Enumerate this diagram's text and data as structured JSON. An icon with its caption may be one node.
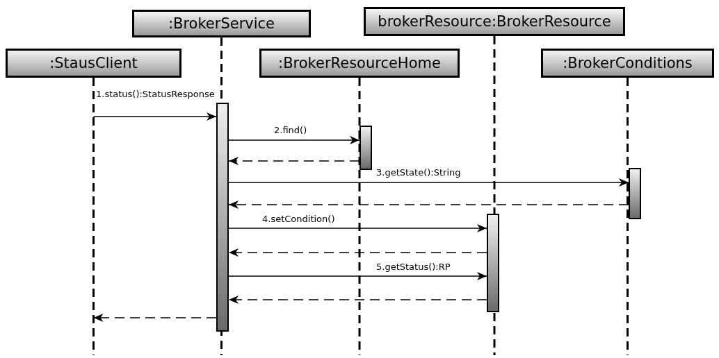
{
  "diagram": {
    "nodes": [
      {
        "text": [
          ":StausClient"
        ]
      },
      {
        "text": [
          ":BrokerService"
        ]
      },
      {
        "text": [
          ":BrokerResourceHome"
        ]
      },
      {
        "text": [
          "brokerResource:BrokerResource"
        ]
      },
      {
        "text": [
          ":BrokerConditions"
        ]
      },
      {
        "text": [],
        "shape": "bar"
      },
      {
        "text": [],
        "shape": "bar"
      },
      {
        "text": [],
        "shape": "bar"
      },
      {
        "text": [],
        "shape": "bar"
      }
    ],
    "edges": [
      {
        "from": 0,
        "to": 5,
        "arrow": "to",
        "label": "1.status():StatusResponse"
      },
      {
        "from": 5,
        "to": 6,
        "arrow": "to",
        "label": "2.find()"
      },
      {
        "from": 6,
        "to": 5,
        "arrow": "to",
        "style": "dashed"
      },
      {
        "from": 5,
        "to": 7,
        "arrow": "to",
        "label": "3.getState():String"
      },
      {
        "from": 7,
        "to": 5,
        "arrow": "to",
        "style": "dashed"
      },
      {
        "from": 5,
        "to": 8,
        "arrow": "to",
        "label": "4.setCondition()"
      },
      {
        "from": 8,
        "to": 5,
        "arrow": "to",
        "style": "dashed"
      },
      {
        "from": 5,
        "to": 8,
        "arrow": "to",
        "label": "5.getStatus():RP"
      },
      {
        "from": 8,
        "to": 5,
        "arrow": "to",
        "style": "dashed"
      },
      {
        "from": 5,
        "to": 0,
        "arrow": "to",
        "style": "dashed"
      }
    ]
  }
}
